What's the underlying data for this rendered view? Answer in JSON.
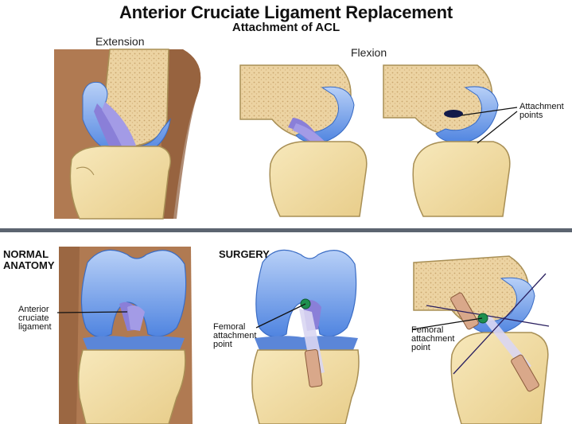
{
  "title": "Anterior Cruciate Ligament Replacement",
  "subtitle": "Attachment of ACL",
  "labels": {
    "extension": "Extension",
    "flexion": "Flexion",
    "attachment_points": [
      "Attachment",
      "points"
    ],
    "normal_anatomy": [
      "NORMAL",
      "ANATOMY"
    ],
    "surgery": "SURGERY",
    "acl": [
      "Anterior",
      "cruciate",
      "ligament"
    ],
    "femoral_attachment_1": [
      "Femoral",
      "attachment",
      "point"
    ],
    "femoral_attachment_2": [
      "Femoral",
      "attachment",
      "point"
    ]
  },
  "colors": {
    "bone": "#f2dfa6",
    "bone_edge": "#a88f55",
    "cartilage": "#6f9de8",
    "cartilage_light": "#a9c6f4",
    "ligament": "#8a7fd8",
    "skin": "#b07a52",
    "skin_dark": "#7a4a2e",
    "marrow": "#e6c99a",
    "divider": "#5c6470",
    "graft_marker": "#1e8f4f"
  }
}
